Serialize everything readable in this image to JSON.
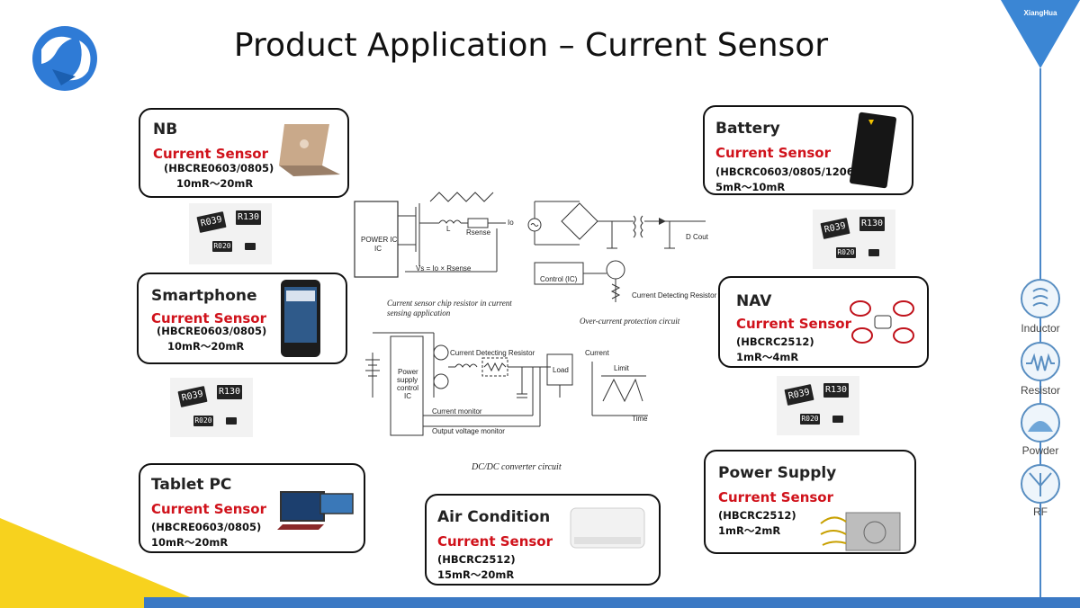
{
  "title": "Product Application – Current Sensor",
  "brand": "XiangHua",
  "cards": {
    "nb": {
      "name": "NB",
      "sensor": "Current Sensor",
      "part": "(HBCRE0603/0805)",
      "range": "10mR～20mR"
    },
    "smartphone": {
      "name": "Smartphone",
      "sensor": "Current Sensor",
      "part": "(HBCRE0603/0805)",
      "range": "10mR～20mR"
    },
    "tablet": {
      "name": "Tablet PC",
      "sensor": "Current Sensor",
      "part": "(HBCRE0603/0805)",
      "range": "10mR～20mR"
    },
    "aircon": {
      "name": "Air Condition",
      "sensor": "Current Sensor",
      "part": "(HBCRC2512)",
      "range": "15mR～20mR"
    },
    "battery": {
      "name": "Battery",
      "sensor": "Current Sensor",
      "part": "(HBCRC0603/0805/1206)",
      "range": "5mR～10mR"
    },
    "nav": {
      "name": "NAV",
      "sensor": "Current Sensor",
      "part": "(HBCRC2512)",
      "range": "1mR～4mR"
    },
    "psu": {
      "name": "Power Supply",
      "sensor": "Current Sensor",
      "part": "(HBCRC2512)",
      "range": "1mR～2mR"
    }
  },
  "chips": {
    "a": "R039",
    "b": "R130",
    "c": "R020"
  },
  "circuits": {
    "sensing": {
      "power_ic": "POWER IC",
      "power_ic_line2": "IC",
      "l": "L",
      "rsense": "Rsense",
      "io": "Io",
      "formula": "Vs = Io × Rsense",
      "caption1": "Current sensor chip resistor in current",
      "caption2": "sensing application"
    },
    "overcurrent": {
      "dcout": "D Cout",
      "control": "Control (IC)",
      "cdr": "Current Detecting Resistor",
      "caption": "Over-current protection circuit"
    },
    "dcdc": {
      "psc1": "Power",
      "psc2": "supply",
      "psc3": "control",
      "psc4": "IC",
      "cdr": "Current Detecting Resistor",
      "load": "Load",
      "current_monitor": "Current monitor",
      "voltage_monitor": "Output voltage monitor",
      "current": "Current",
      "limit": "Limit",
      "time": "Time",
      "caption": "DC/DC converter circuit"
    }
  },
  "sidebar": [
    {
      "label": "Inductor",
      "icon": "inductor-icon"
    },
    {
      "label": "Resistor",
      "icon": "resistor-icon"
    },
    {
      "label": "Powder",
      "icon": "powder-icon"
    },
    {
      "label": "RF",
      "icon": "rf-icon"
    }
  ],
  "colors": {
    "accent_red": "#d0121b",
    "brand_blue": "#3b7fd1",
    "footer_blue": "#3b79c4",
    "corner_yellow": "#f7d21e"
  }
}
